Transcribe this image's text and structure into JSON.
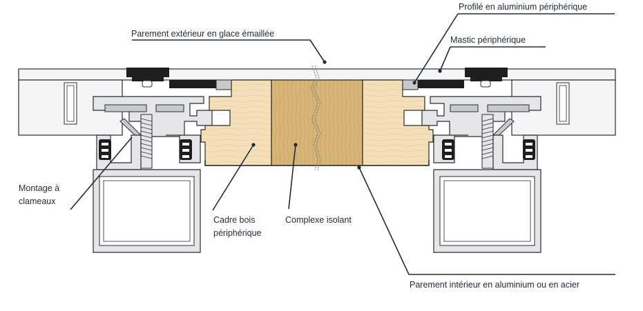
{
  "labels": {
    "profile": "Profilé en aluminium périphérique",
    "facing_exterior": "Parement extérieur en glace émaillée",
    "mastic": "Mastic périphérique",
    "mounting_line1": "Montage à",
    "mounting_line2": "clameaux",
    "wood_frame_line1": "Cadre bois",
    "wood_frame_line2": "périphérique",
    "insulation": "Complexe isolant",
    "facing_interior": "Parement intérieur en aluminium ou en acier"
  },
  "colors": {
    "wood_light": "#f5dfb8",
    "wood_core": "#d7b577",
    "aluminium": "#e4e6e9",
    "aluminium_dark": "#c6cacf",
    "gasket": "#1e1e1e",
    "glass": "#f4f5f6",
    "line": "#2b2b2b",
    "leader": "#1f2a38",
    "mastic_fill": "#c9c9c9"
  }
}
